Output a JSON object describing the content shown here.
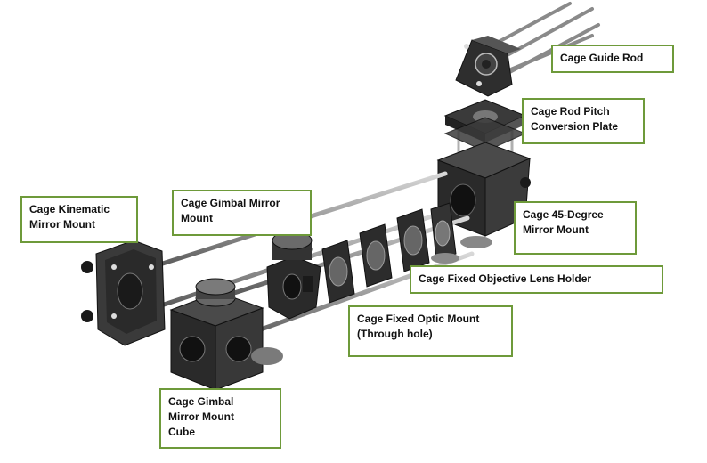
{
  "colors": {
    "callout_border": "#6e9a3a",
    "metal_dark": "#2b2b2b",
    "metal_mid": "#4a4a4a",
    "rod": "#a8a8a8"
  },
  "labels": {
    "cage_guide_rod": "Cage Guide Rod",
    "cage_rod_pitch_conversion_plate": "Cage Rod Pitch\nConversion Plate",
    "cage_45_degree_mirror_mount": "Cage 45-Degree\nMirror Mount",
    "cage_fixed_objective_lens_holder": "Cage Fixed Objective Lens Holder",
    "cage_fixed_optic_mount": "Cage Fixed Optic Mount\n(Through hole)",
    "cage_gimbal_mirror_mount": "Cage Gimbal Mirror\nMount",
    "cage_kinematic_mirror_mount": "Cage Kinematic\nMirror Mount",
    "cage_gimbal_mirror_mount_cube": "Cage Gimbal\nMirror Mount\nCube"
  }
}
